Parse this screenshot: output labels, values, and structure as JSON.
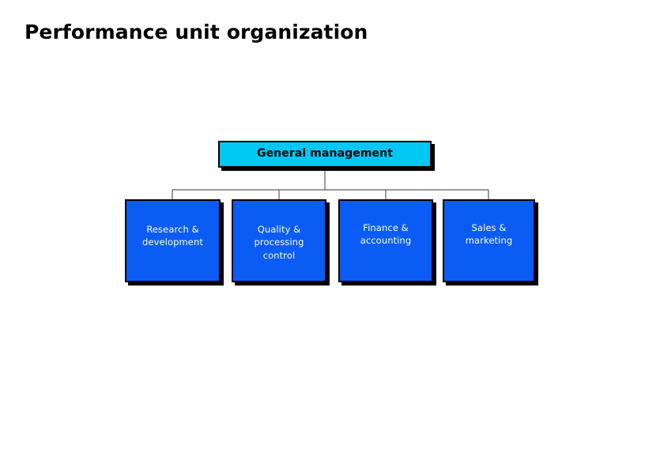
{
  "slide": {
    "title": "Performance unit organization",
    "background_color": "#ffffff"
  },
  "chart_data": {
    "type": "diagram",
    "diagram_type": "organization-chart",
    "title": "Performance unit organization",
    "orientation": "top-down",
    "levels": 2,
    "colors": {
      "root_fill": "#00c8f5",
      "root_text": "#000000",
      "child_fill": "#0a5cf5",
      "child_text": "#ffffff",
      "border": "#000000",
      "shadow": "#000000",
      "connector": "#3a3a3a",
      "background": "#ffffff"
    },
    "nodes": [
      {
        "id": "root",
        "label": "General management",
        "level": 0,
        "fill": "#00c8f5",
        "text_color": "#000000",
        "bold": true,
        "parent": null
      },
      {
        "id": "rnd",
        "label": "Research &\ndevelopment",
        "lines": [
          "Research &",
          "development"
        ],
        "level": 1,
        "fill": "#0a5cf5",
        "text_color": "#ffffff",
        "bold": false,
        "parent": "root"
      },
      {
        "id": "quality",
        "label": "Quality &\nprocessing\ncontrol",
        "lines": [
          "Quality &",
          "processing",
          "control"
        ],
        "level": 1,
        "fill": "#0a5cf5",
        "text_color": "#ffffff",
        "bold": false,
        "parent": "root"
      },
      {
        "id": "finance",
        "label": "Finance &\naccounting",
        "lines": [
          "Finance &",
          "accounting"
        ],
        "level": 1,
        "fill": "#0a5cf5",
        "text_color": "#ffffff",
        "bold": false,
        "parent": "root"
      },
      {
        "id": "sales",
        "label": "Sales &\nmarketing",
        "lines": [
          "Sales &",
          "marketing"
        ],
        "level": 1,
        "fill": "#0a5cf5",
        "text_color": "#ffffff",
        "bold": false,
        "parent": "root"
      }
    ],
    "edges": [
      {
        "from": "root",
        "to": "rnd"
      },
      {
        "from": "root",
        "to": "quality"
      },
      {
        "from": "root",
        "to": "finance"
      },
      {
        "from": "root",
        "to": "sales"
      }
    ]
  }
}
